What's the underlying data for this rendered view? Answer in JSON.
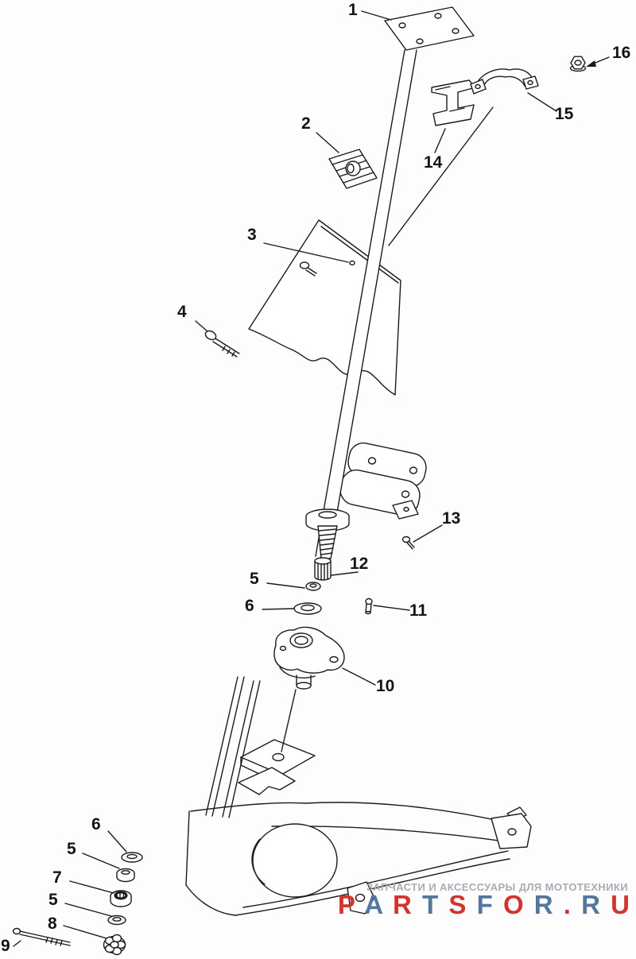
{
  "diagram": {
    "callouts": [
      {
        "label": "1"
      },
      {
        "label": "16"
      },
      {
        "label": "15"
      },
      {
        "label": "2"
      },
      {
        "label": "14"
      },
      {
        "label": "3"
      },
      {
        "label": "4"
      },
      {
        "label": "13"
      },
      {
        "label": "12"
      },
      {
        "label": "5"
      },
      {
        "label": "6"
      },
      {
        "label": "11"
      },
      {
        "label": "10"
      },
      {
        "label": "6"
      },
      {
        "label": "5"
      },
      {
        "label": "7"
      },
      {
        "label": "5"
      },
      {
        "label": "8"
      },
      {
        "label": "9"
      }
    ]
  },
  "watermark": {
    "tagline": "ЗАПЧАСТИ И АКСЕССУАРЫ ДЛЯ МОТОТЕХНИКИ",
    "brand": "PARTSFOR.RU",
    "brand_letters": [
      "P",
      "A",
      "R",
      "T",
      "S",
      "F",
      "O",
      "R",
      ".",
      "R",
      "U"
    ]
  }
}
